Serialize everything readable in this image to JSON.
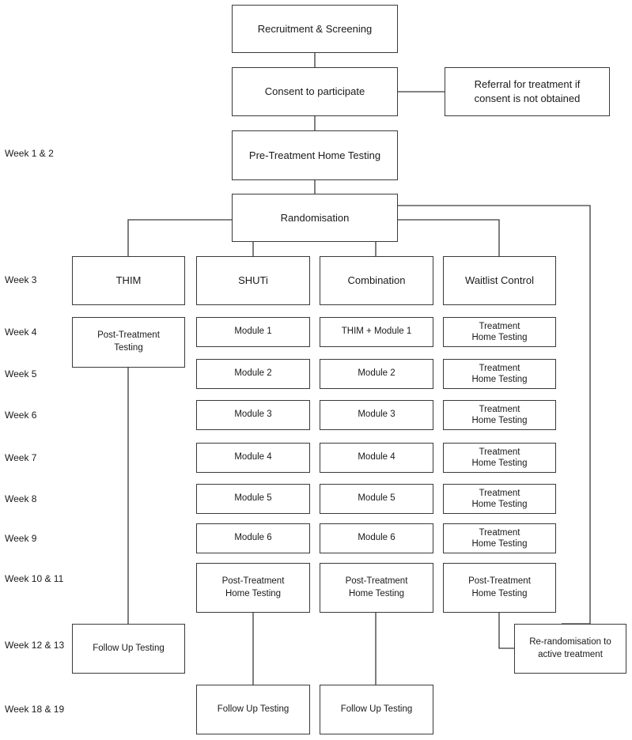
{
  "weeks": {
    "w1_2": "Week 1 & 2",
    "w3": "Week 3",
    "w4": "Week 4",
    "w5": "Week 5",
    "w6": "Week 6",
    "w7": "Week 7",
    "w8": "Week 8",
    "w9": "Week 9",
    "w10_11": "Week 10 & 11",
    "w12_13": "Week 12 & 13",
    "w18_19": "Week 18 & 19"
  },
  "top": {
    "recruitment": "Recruitment & Screening",
    "consent": "Consent to participate",
    "referral_line1": "Referral for treatment if",
    "referral_line2": "consent is not obtained",
    "pretest": "Pre-Treatment Home Testing",
    "randomisation": "Randomisation"
  },
  "arms": {
    "thim": {
      "title": "THIM",
      "post_line1": "Post-Treatment",
      "post_line2": "Testing",
      "followup": "Follow Up Testing"
    },
    "shuti": {
      "title": "SHUTi",
      "modules": [
        "Module 1",
        "Module 2",
        "Module 3",
        "Module 4",
        "Module 5",
        "Module 6"
      ],
      "post_line1": "Post-Treatment",
      "post_line2": "Home Testing",
      "followup": "Follow Up Testing"
    },
    "combination": {
      "title": "Combination",
      "modules": [
        "THIM + Module 1",
        "Module 2",
        "Module 3",
        "Module 4",
        "Module 5",
        "Module 6"
      ],
      "post_line1": "Post-Treatment",
      "post_line2": "Home Testing",
      "followup": "Follow Up Testing"
    },
    "waitlist": {
      "title": "Waitlist Control",
      "treatment_line1": "Treatment",
      "treatment_line2": "Home Testing",
      "post_line1": "Post-Treatment",
      "post_line2": "Home Testing",
      "rerand_line1": "Re-randomisation to",
      "rerand_line2": "active treatment"
    }
  }
}
